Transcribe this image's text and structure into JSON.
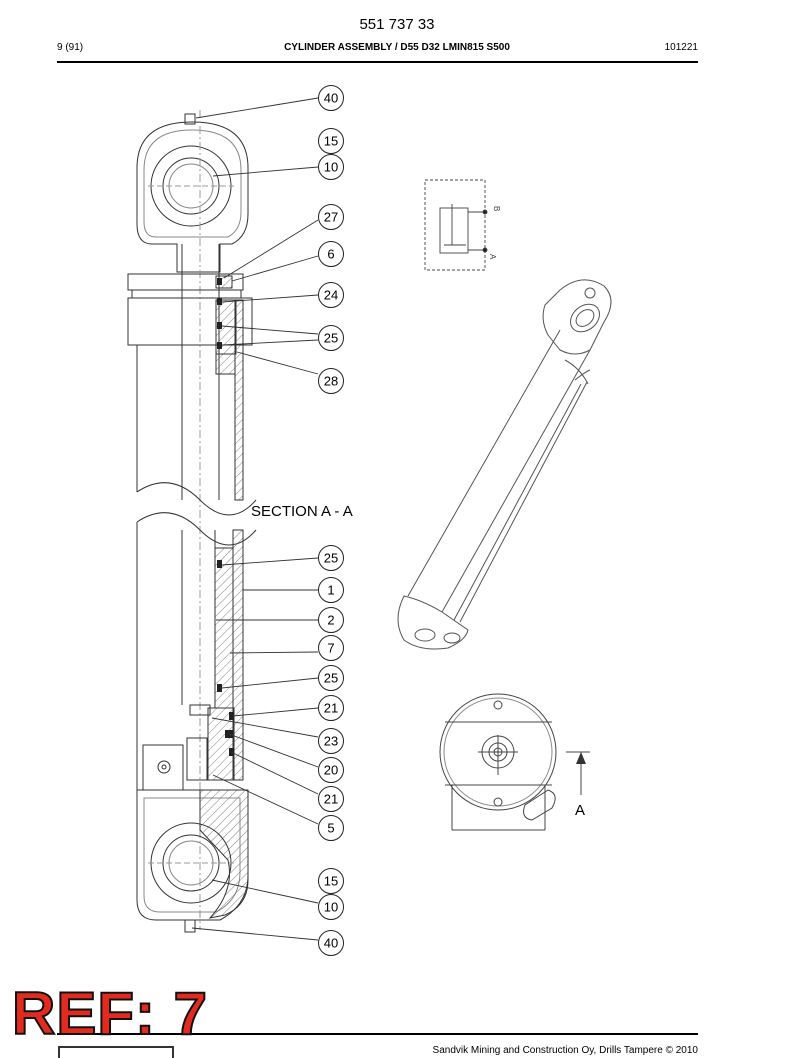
{
  "header": {
    "part_number": "551 737 33",
    "page": "9 (91)",
    "title": "CYLINDER ASSEMBLY / D55 D32 LMIN815 S500",
    "doc_code": "101221"
  },
  "drawing": {
    "section_label": "SECTION  A - A",
    "view_arrow_label": "A",
    "schematic_port_b": "B",
    "schematic_port_a": "A",
    "callouts": [
      "40",
      "15",
      "10",
      "27",
      "6",
      "24",
      "25",
      "28",
      "25",
      "1",
      "2",
      "7",
      "25",
      "21",
      "23",
      "20",
      "21",
      "5",
      "15",
      "10",
      "40"
    ]
  },
  "stamp": {
    "text": "REF: 7",
    "color": "#e32a1e"
  },
  "footer": {
    "text": "Sandvik Mining and Construction Oy, Drills Tampere © 2010"
  }
}
